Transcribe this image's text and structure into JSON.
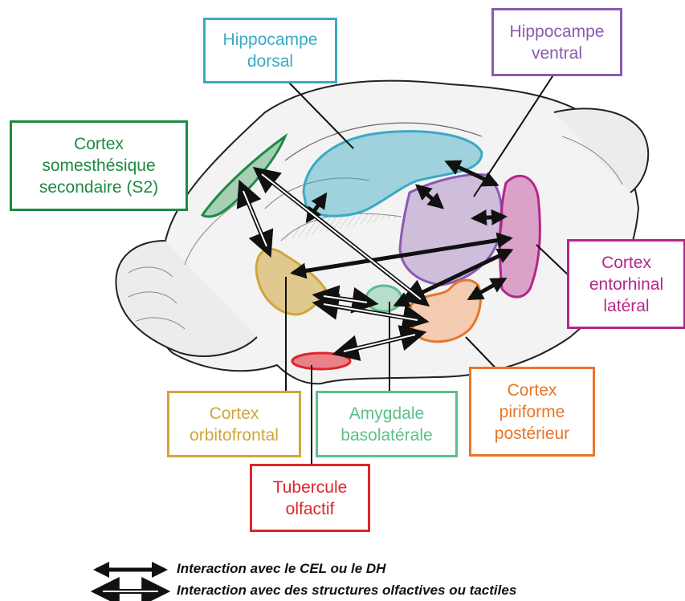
{
  "labels": {
    "hippocampe_dorsal": "Hippocampe\ndorsal",
    "hippocampe_ventral": "Hippocampe\nventral",
    "cortex_s2": "Cortex\nsomesthésique\nsecondaire (S2)",
    "cortex_entorhinal": "Cortex\nentorhinal\nlatéral",
    "cortex_orbitofrontal": "Cortex\norbitofrontal",
    "amygdale": "Amygdale\nbasolatérale",
    "cortex_piriforme": "Cortex\npiriforme\npostérieur",
    "tubercule": "Tubercule\nolfactif"
  },
  "colors": {
    "hippocampe_dorsal": "#3aaac4",
    "hippocampe_ventral": "#8a5ab0",
    "cortex_s2": "#1e8a44",
    "cortex_entorhinal": "#b5258a",
    "cortex_orbitofrontal": "#d0a63a",
    "amygdale": "#5cbf8c",
    "cortex_piriforme": "#e8752a",
    "tubercule": "#e0242b"
  },
  "legend": {
    "solid": "Interaction avec le CEL ou le DH",
    "hollow": "Interaction avec des structures olfactives ou tactiles"
  }
}
